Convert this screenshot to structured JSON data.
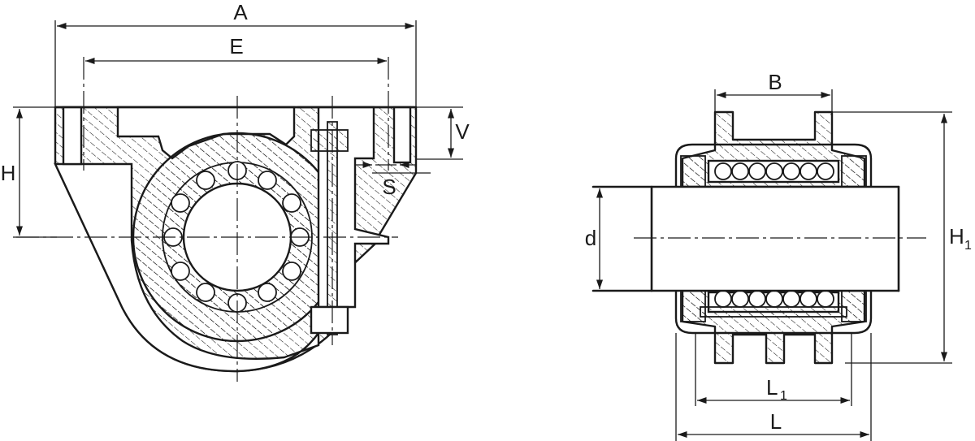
{
  "diagram": {
    "left_view": {
      "labels": {
        "A": "A",
        "E": "E",
        "H": "H",
        "V": "V",
        "S": "S"
      }
    },
    "right_view": {
      "labels": {
        "B": "B",
        "d": "d",
        "H1": "H",
        "H1_sub": "1",
        "L1": "L",
        "L1_sub": "1",
        "L": "L"
      }
    },
    "colors": {
      "line": "#1a1a1a",
      "background": "#ffffff"
    }
  }
}
